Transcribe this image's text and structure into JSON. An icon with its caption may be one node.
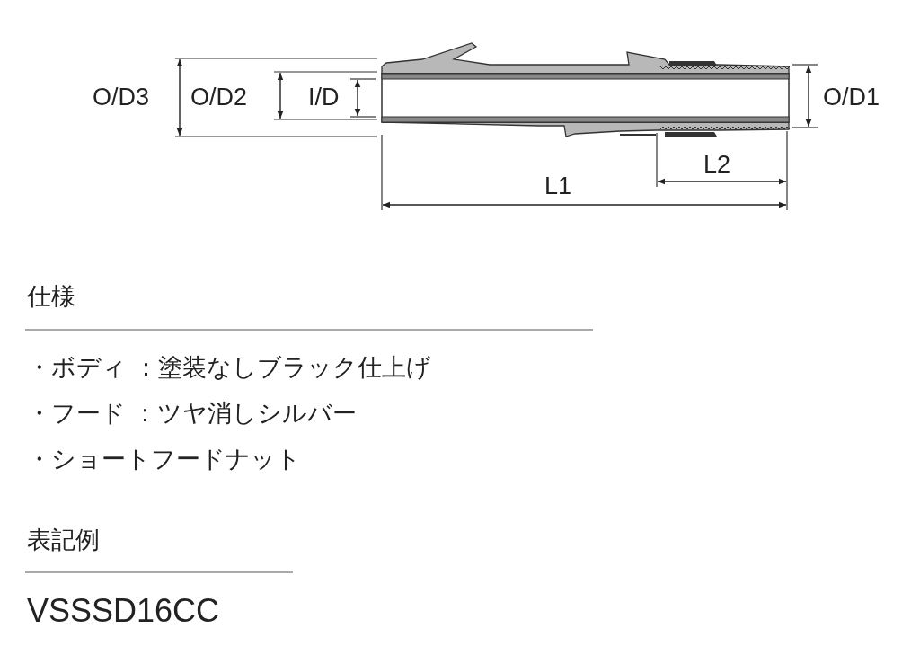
{
  "diagram": {
    "labels": [
      "O/D3",
      "O/D2",
      "I/D",
      "O/D1",
      "L2",
      "L1",
      "仕様",
      "・ボディ ：塗装なしブラック仕上げ",
      "・フード ：ツヤ消しシルバー",
      "・ショートフードナット",
      "表記例",
      "VSSSD16CC"
    ]
  }
}
